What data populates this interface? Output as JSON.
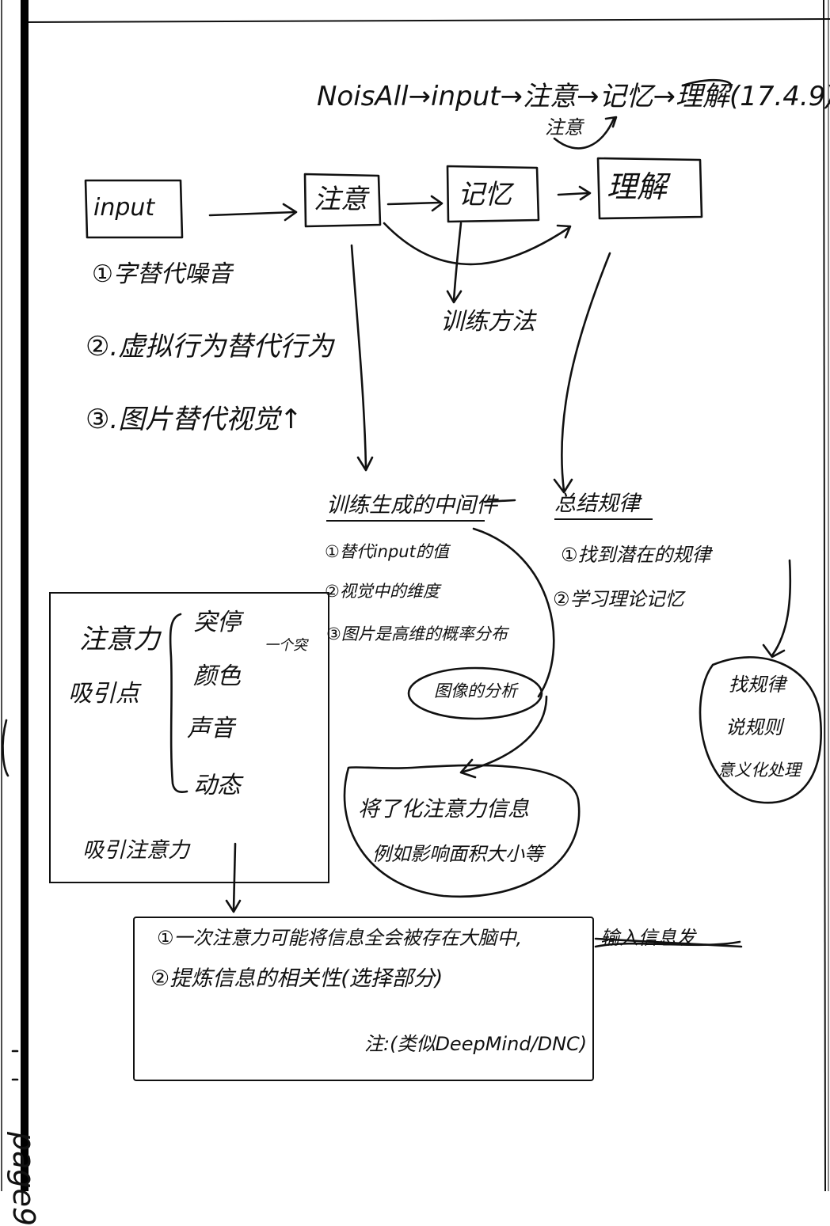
{
  "header": {
    "formula": "NoisAll→input→注意→记忆→理解(17.4.9)",
    "over_note": "注意"
  },
  "flow": {
    "input": "input",
    "attention": "注意",
    "memory": "记忆",
    "understand": "理解",
    "mid_note": "训练方法"
  },
  "left_list": [
    "①字替代噪音",
    "②.虚拟行为替代行为",
    "③.图片替代视觉↑"
  ],
  "center_block": {
    "title": "训练生成的中间件",
    "items": [
      "①替代input的值",
      "②视觉中的维度",
      "③图片是高维的概率分布"
    ],
    "bubble": "图像的分析"
  },
  "right_block": {
    "title": "总结规律",
    "items": [
      "①找到潜在的规律",
      "②学习理论记忆"
    ]
  },
  "right_bubble": [
    "找规律",
    "说规则",
    "意义化处理"
  ],
  "attention_box": {
    "title": "注意力",
    "subtitle": "吸引点",
    "items": [
      "突停",
      "颜色",
      "声音",
      "动态"
    ],
    "item_note": "一个突",
    "footer": "吸引注意力"
  },
  "mid_bubble": [
    "将了化注意力信息",
    "例如影响面积大小等"
  ],
  "bottom_box": {
    "line1": "①一次注意力可能将信息全会被存在大脑中,",
    "line1_struck": "输入信息发",
    "line2": "②提炼信息的相关性(选择部分)",
    "note": "注:(类似DeepMind/DNC)"
  },
  "page_label": "page9"
}
